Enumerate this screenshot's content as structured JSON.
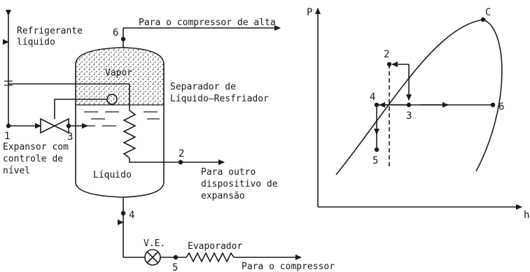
{
  "left_schematic": {
    "inlet_label": [
      "Refrigerante",
      "líquido"
    ],
    "vapor_label": "Vapor",
    "liquid_label": "Líquido",
    "separator_label": [
      "Separador de",
      "Líquido–Resfriador"
    ],
    "expander_label": [
      "Expansor com",
      "controle de",
      "nível"
    ],
    "top_outlet_label": "Para o compressor de alta",
    "side_outlet_label": [
      "Para outro",
      "dispositivo de",
      "expansão"
    ],
    "valve_label": "V.E.",
    "evaporator_label": "Evaporador",
    "bottom_outlet_label": "Para o compressor",
    "points": {
      "p1": "1",
      "p2": "2",
      "p3": "3",
      "p4": "4",
      "p5": "5",
      "p6": "6"
    }
  },
  "ph_diagram": {
    "y_axis_label": "P",
    "x_axis_label": "h",
    "critical_label": "C",
    "points": {
      "p2": "2",
      "p3": "3",
      "p4": "4",
      "p5": "5",
      "p6": "6"
    }
  }
}
